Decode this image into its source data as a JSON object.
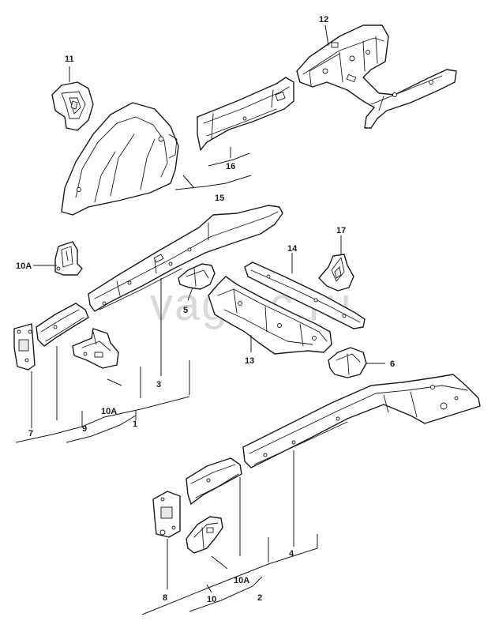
{
  "watermark": "vagtec.ru",
  "callouts": {
    "c1": "1",
    "c2": "2",
    "c3": "3",
    "c4": "4",
    "c5": "5",
    "c6": "6",
    "c7": "7",
    "c8": "8",
    "c9": "9",
    "c10": "10",
    "c10a_top_left": "10A",
    "c10a_mid": "10A",
    "c10a_bottom": "10A",
    "c11": "11",
    "c12": "12",
    "c13": "13",
    "c14": "14",
    "c15": "15",
    "c16": "16",
    "c17": "17"
  }
}
